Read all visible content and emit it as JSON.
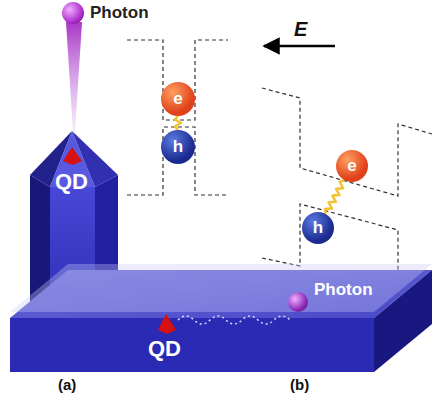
{
  "diagram": {
    "nodes": [
      {
        "text": [
          "Photon"
        ]
      },
      {
        "text": [
          "QD"
        ]
      },
      {
        "text": [
          "e"
        ]
      },
      {
        "text": [
          "h"
        ]
      },
      {
        "text": [
          "e"
        ]
      },
      {
        "text": [
          "h"
        ]
      },
      {
        "text": [
          "QD"
        ]
      },
      {
        "text": [
          "Photon"
        ],
        "in": 6
      }
    ],
    "edges": [
      {
        "from": 2,
        "to": 3,
        "arrow": "none"
      },
      {
        "from": 4,
        "to": 5,
        "arrow": "none"
      }
    ],
    "labels": [
      "E",
      "(a)",
      "(b)"
    ]
  }
}
